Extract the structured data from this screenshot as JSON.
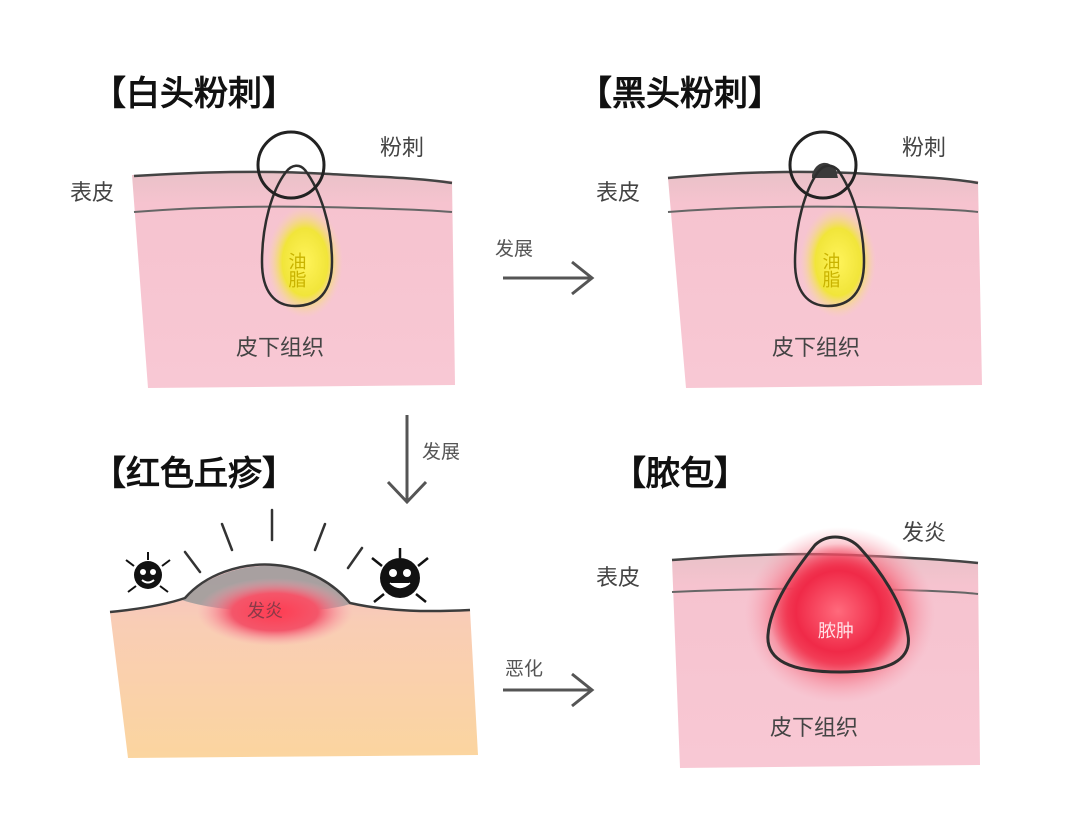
{
  "panels": {
    "whitehead": {
      "title": "【白头粉刺】",
      "epidermis": "表皮",
      "comedo": "粉刺",
      "subcutis": "皮下组织",
      "sebum": "油脂"
    },
    "blackhead": {
      "title": "【黑头粉刺】",
      "epidermis": "表皮",
      "comedo": "粉刺",
      "subcutis": "皮下组织",
      "sebum": "油脂"
    },
    "papule": {
      "title": "【红色丘疹】",
      "inflammation": "发炎"
    },
    "pustule": {
      "title": "【脓包】",
      "epidermis": "表皮",
      "inflammation": "发炎",
      "pus": "脓肿",
      "subcutis": "皮下组织"
    }
  },
  "arrows": {
    "develop_right": "发展",
    "develop_down": "发展",
    "worsen": "恶化"
  },
  "colors": {
    "skin_pink": "#f7c6d0",
    "sebum_yellow": "#f4e83a",
    "inflamed_red": "#f0304a",
    "papule_orange": "#fbd3a6",
    "outline": "#333333"
  }
}
